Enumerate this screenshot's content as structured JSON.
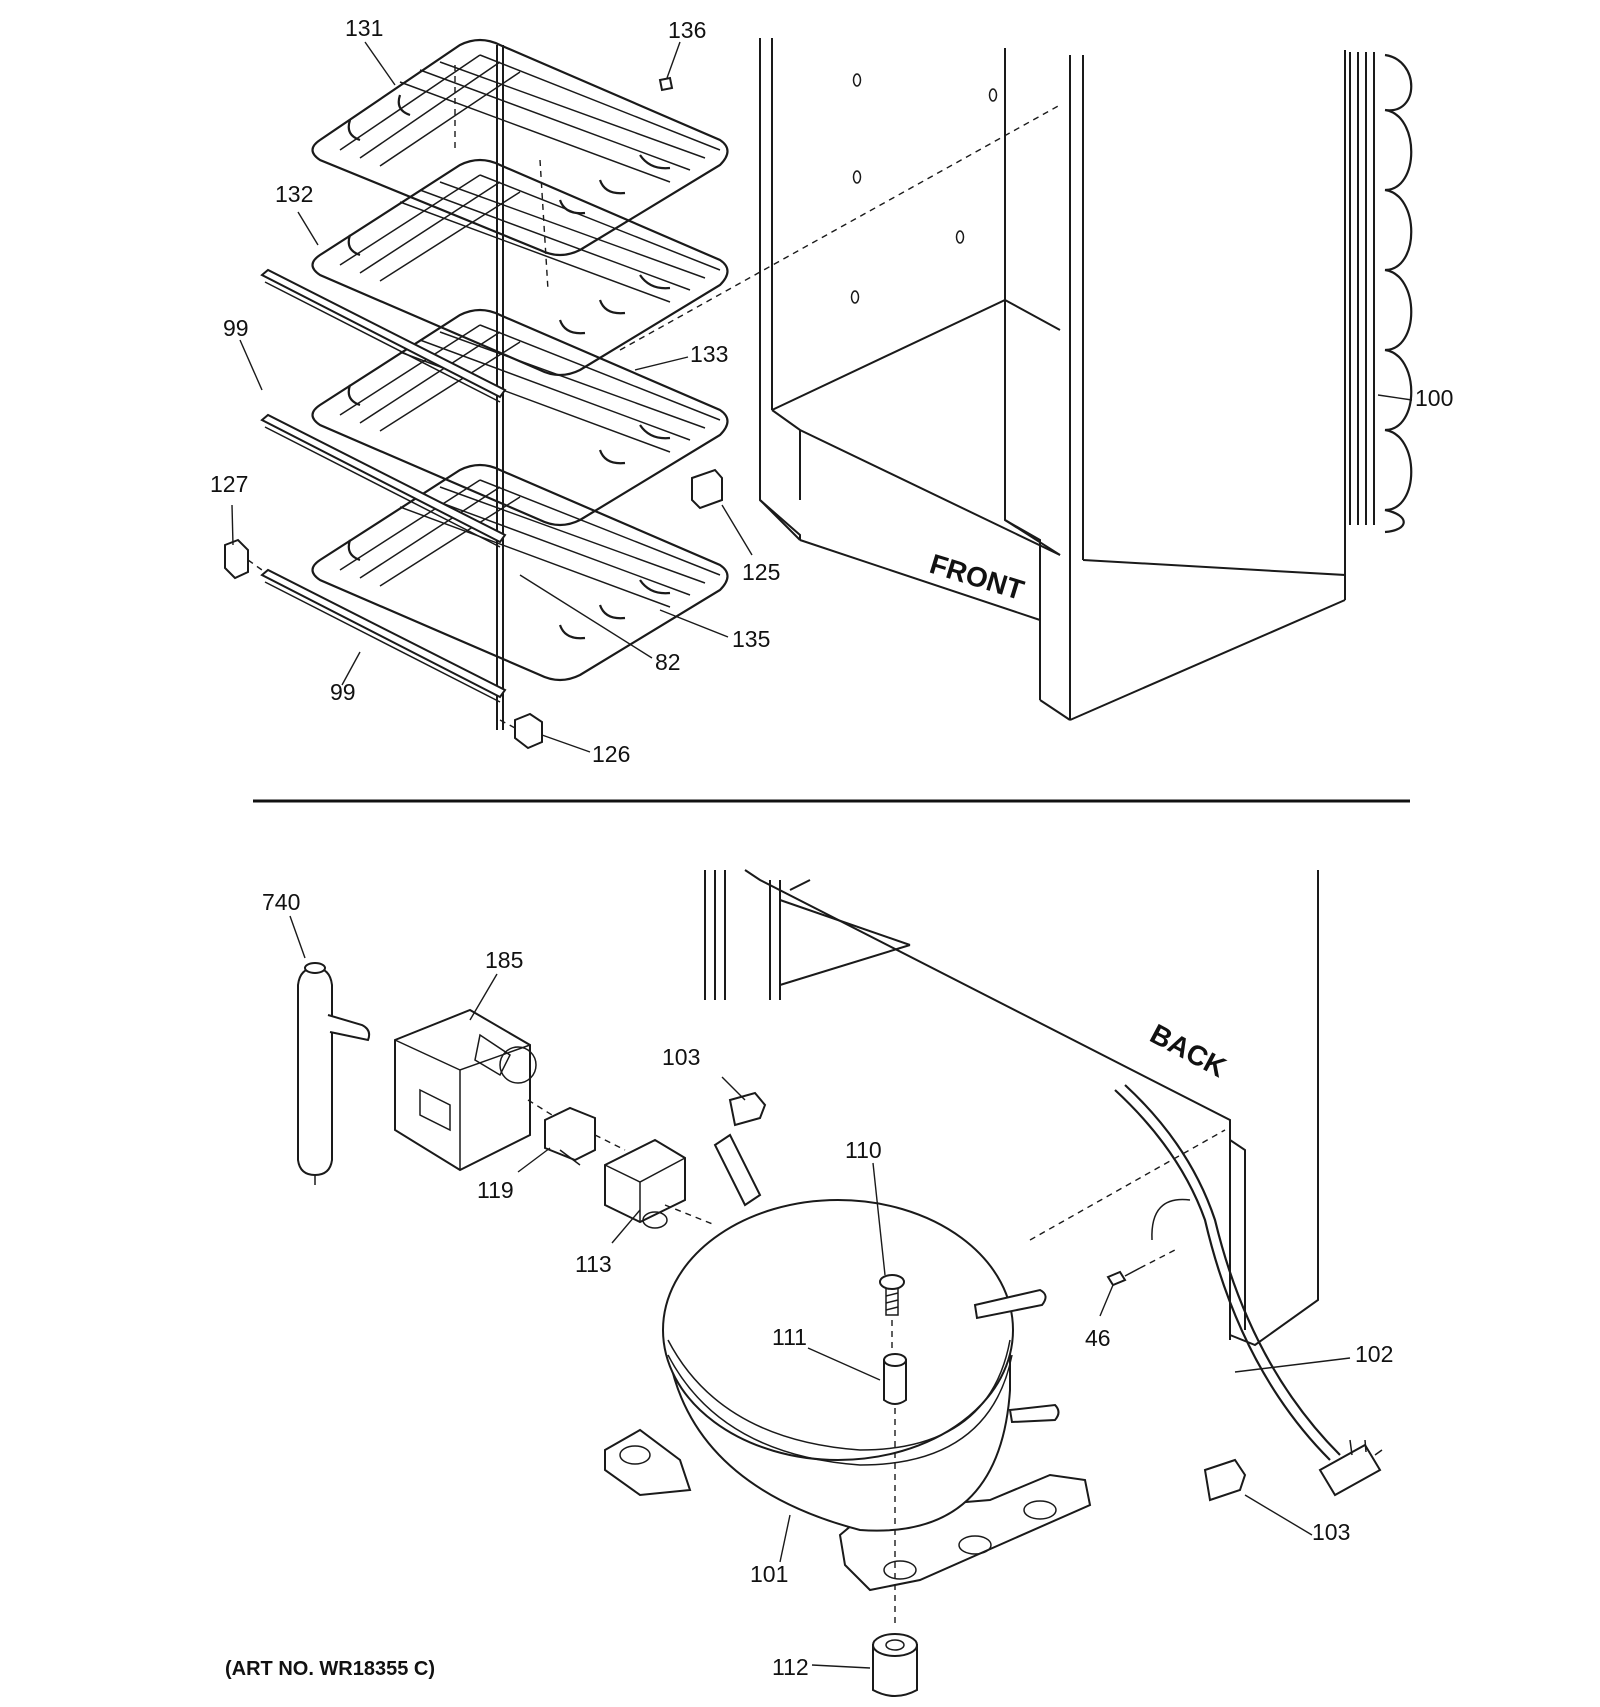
{
  "diagram": {
    "art_number": "(ART NO. WR18355 C)",
    "side_labels": {
      "front": "FRONT",
      "back": "BACK"
    },
    "callouts": [
      "131",
      "136",
      "132",
      "99",
      "133",
      "100",
      "127",
      "125",
      "135",
      "82",
      "99",
      "126",
      "740",
      "185",
      "103",
      "110",
      "119",
      "113",
      "111",
      "46",
      "102",
      "103",
      "101",
      "112"
    ]
  }
}
